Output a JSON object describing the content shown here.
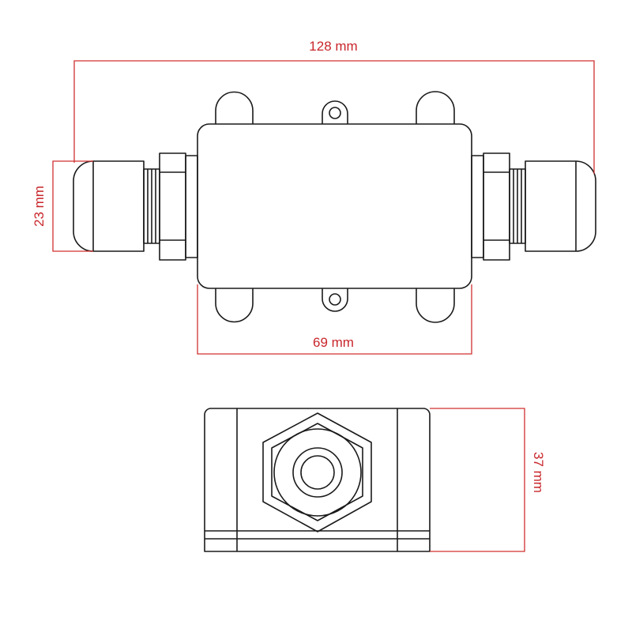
{
  "dimensions": {
    "overall_length": "128 mm",
    "gland_diameter": "23 mm",
    "body_length": "69 mm",
    "height": "37 mm"
  },
  "colors": {
    "dimension": "#d0302f",
    "outline": "#1a1a1a"
  }
}
